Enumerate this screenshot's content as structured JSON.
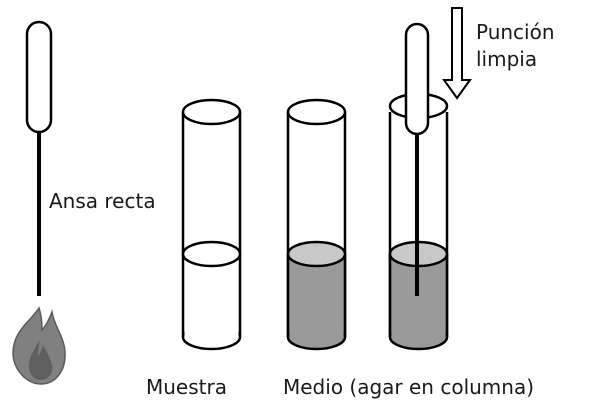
{
  "labels": {
    "loop": "Ansa recta",
    "puncture_line1": "Punción",
    "puncture_line2": "limpia",
    "sample": "Muestra",
    "medium": "Medio (agar en columna)"
  },
  "colors": {
    "outline": "#000000",
    "medium_fill": "#9a9a9a",
    "medium_surface": "#c8c8c8",
    "flame_outer": "#808080",
    "flame_inner": "#5f5f5f"
  },
  "icons": [
    "inoculating-loop-icon",
    "flame-icon",
    "arrow-down-icon"
  ]
}
